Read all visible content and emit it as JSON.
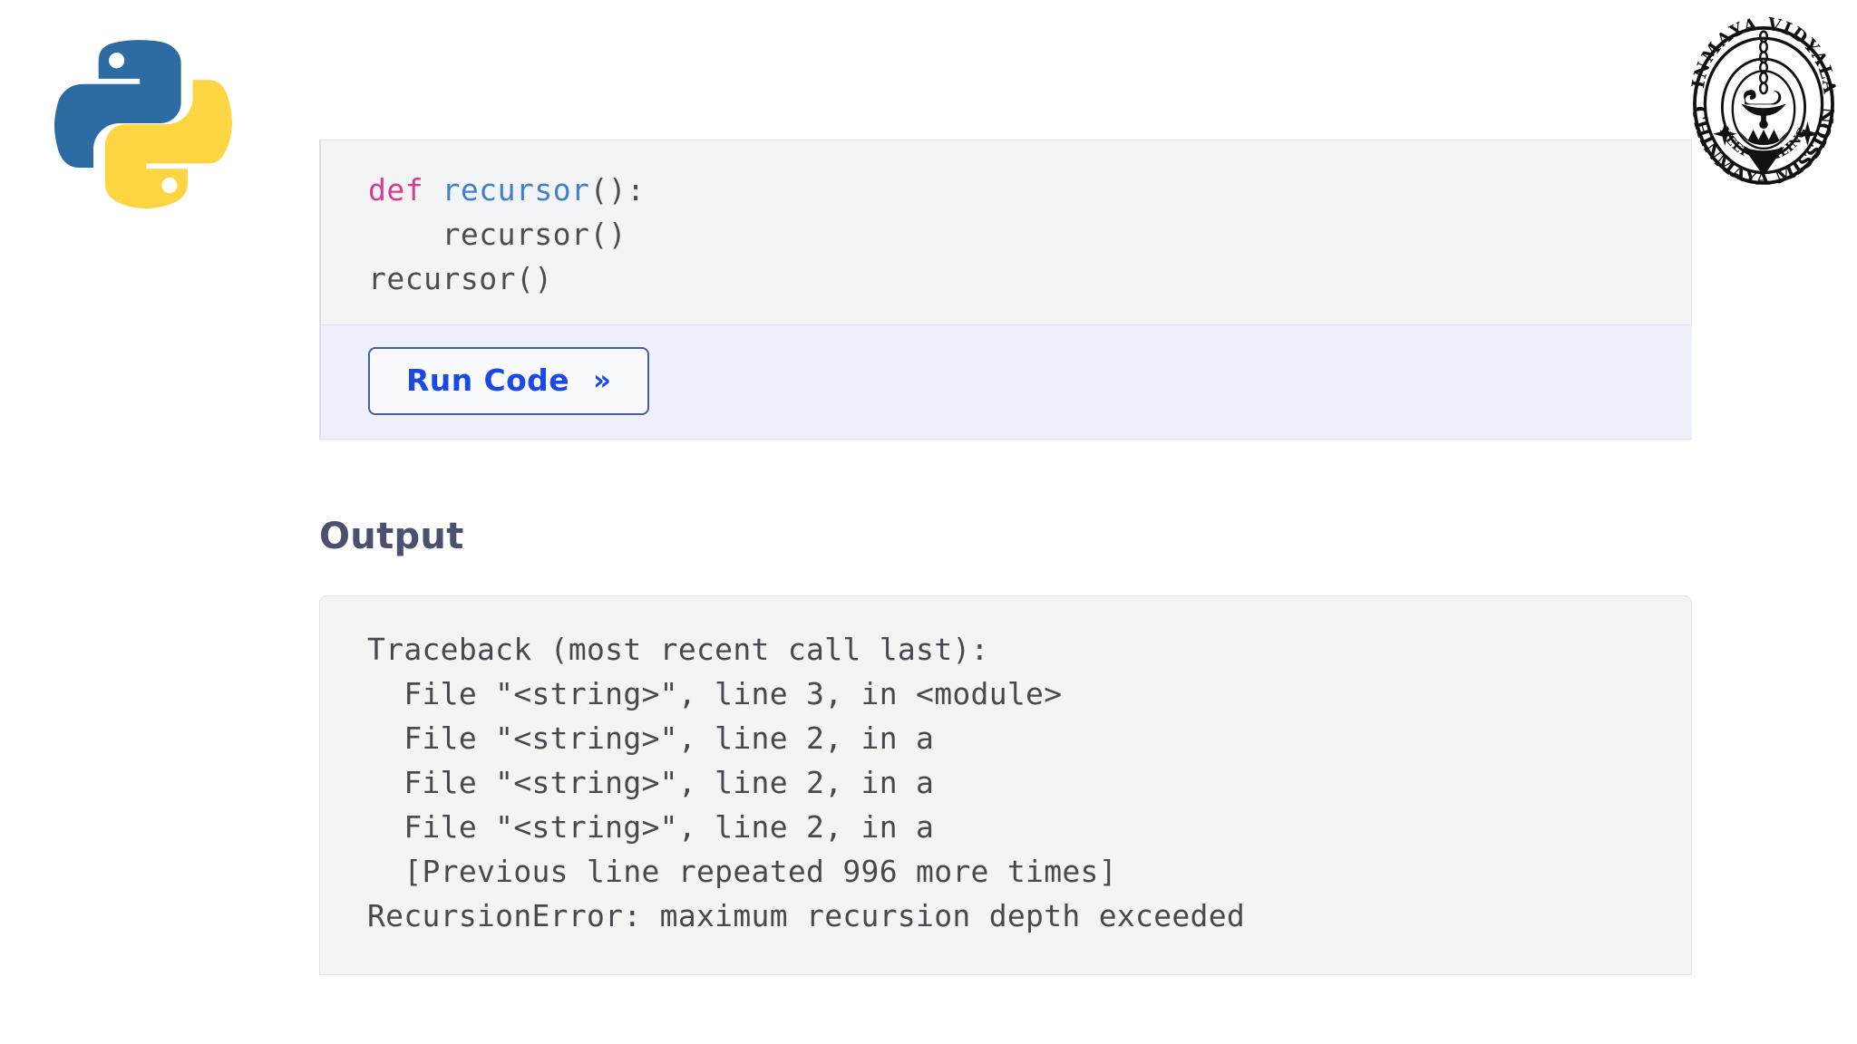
{
  "logos": {
    "python": {
      "name": "python-logo",
      "blue": "#2d6ca2",
      "yellow": "#fdd543"
    },
    "school": {
      "name": "chinmaya-vidyalaya-crest",
      "outer_top_text": "CHINMAYA VIDYALAYA",
      "outer_bottom_text": "CHINMAYA MISSION",
      "inner_bottom_text": "KEEP SMILING",
      "color": "#111111"
    }
  },
  "code_block": {
    "language": "python",
    "lines": [
      [
        {
          "text": "def",
          "type": "keyword"
        },
        {
          "text": " ",
          "type": "plain"
        },
        {
          "text": "recursor",
          "type": "function"
        },
        {
          "text": "():",
          "type": "plain"
        }
      ],
      [
        {
          "text": "    recursor()",
          "type": "plain"
        }
      ],
      [
        {
          "text": "recursor()",
          "type": "plain"
        }
      ]
    ],
    "colors": {
      "keyword": "#d43f8d",
      "function": "#3f7fd0",
      "plain": "#4d4d4d",
      "background": "#f3f4f5"
    }
  },
  "run_bar": {
    "button_label": "Run Code",
    "button_chevron": "»",
    "button_text_color": "#1a49e8",
    "band_background": "#eef0fb"
  },
  "output_section": {
    "heading": "Output",
    "heading_color": "#4b5070",
    "traceback_lines": [
      "Traceback (most recent call last):",
      "  File \"<string>\", line 3, in <module>",
      "  File \"<string>\", line 2, in a",
      "  File \"<string>\", line 2, in a",
      "  File \"<string>\", line 2, in a",
      "  [Previous line repeated 996 more times]",
      "RecursionError: maximum recursion depth exceeded"
    ],
    "background": "#f4f4f5"
  }
}
